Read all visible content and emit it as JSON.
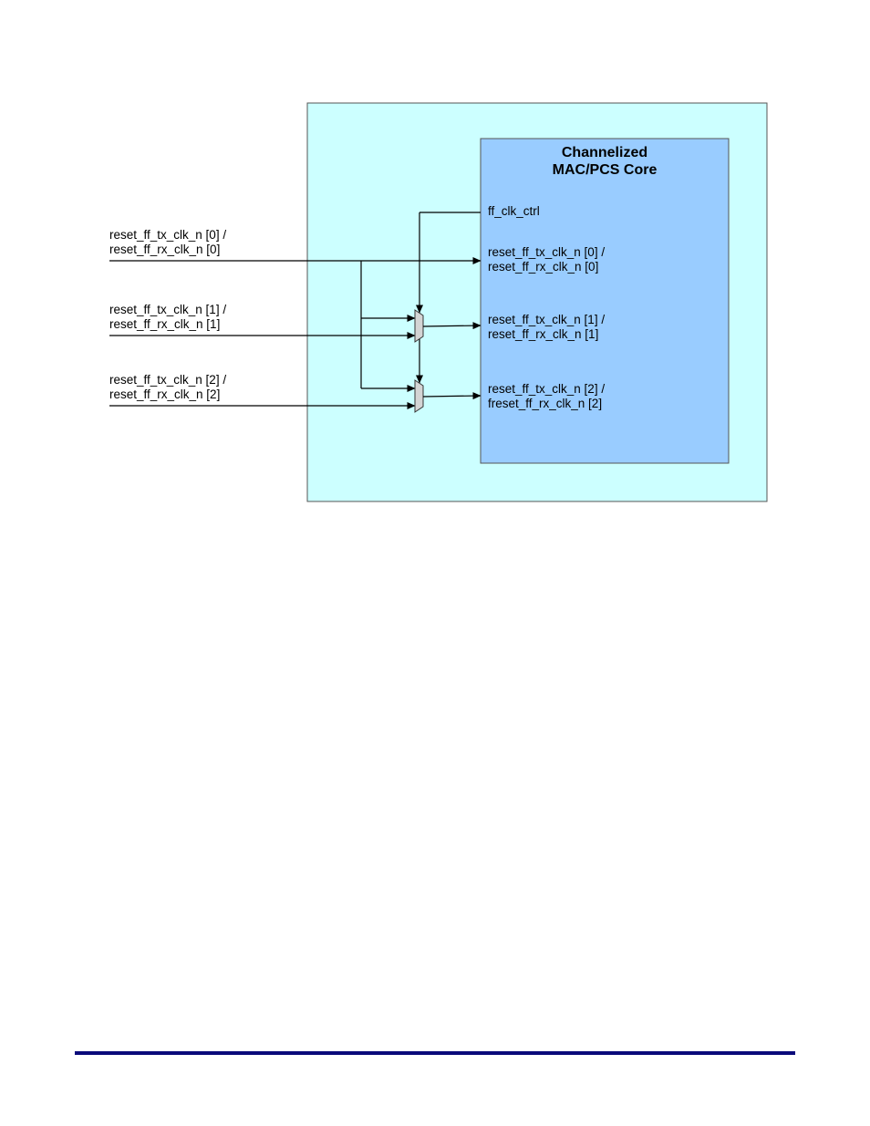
{
  "core": {
    "title_line1": "Channelized",
    "title_line2": "MAC/PCS Core",
    "port_clk": "ff_clk_ctrl",
    "port0_line1": "reset_ff_tx_clk_n [0] /",
    "port0_line2": "reset_ff_rx_clk_n [0]",
    "port1_line1": "reset_ff_tx_clk_n [1] /",
    "port1_line2": "reset_ff_rx_clk_n [1]",
    "port2_line1": "reset_ff_tx_clk_n [2] /",
    "port2_line2": "freset_ff_rx_clk_n [2]"
  },
  "inputs": {
    "in0_line1": "reset_ff_tx_clk_n [0] /",
    "in0_line2": "reset_ff_rx_clk_n [0]",
    "in1_line1": "reset_ff_tx_clk_n [1] /",
    "in1_line2": "reset_ff_rx_clk_n [1]",
    "in2_line1": "reset_ff_tx_clk_n [2] /",
    "in2_line2": "reset_ff_rx_clk_n [2]"
  },
  "colors": {
    "outer_fill": "#ccffff",
    "core_fill": "#99ccff",
    "mux_fill": "#d4d4d4",
    "footer_rule": "#0a0a7a"
  }
}
